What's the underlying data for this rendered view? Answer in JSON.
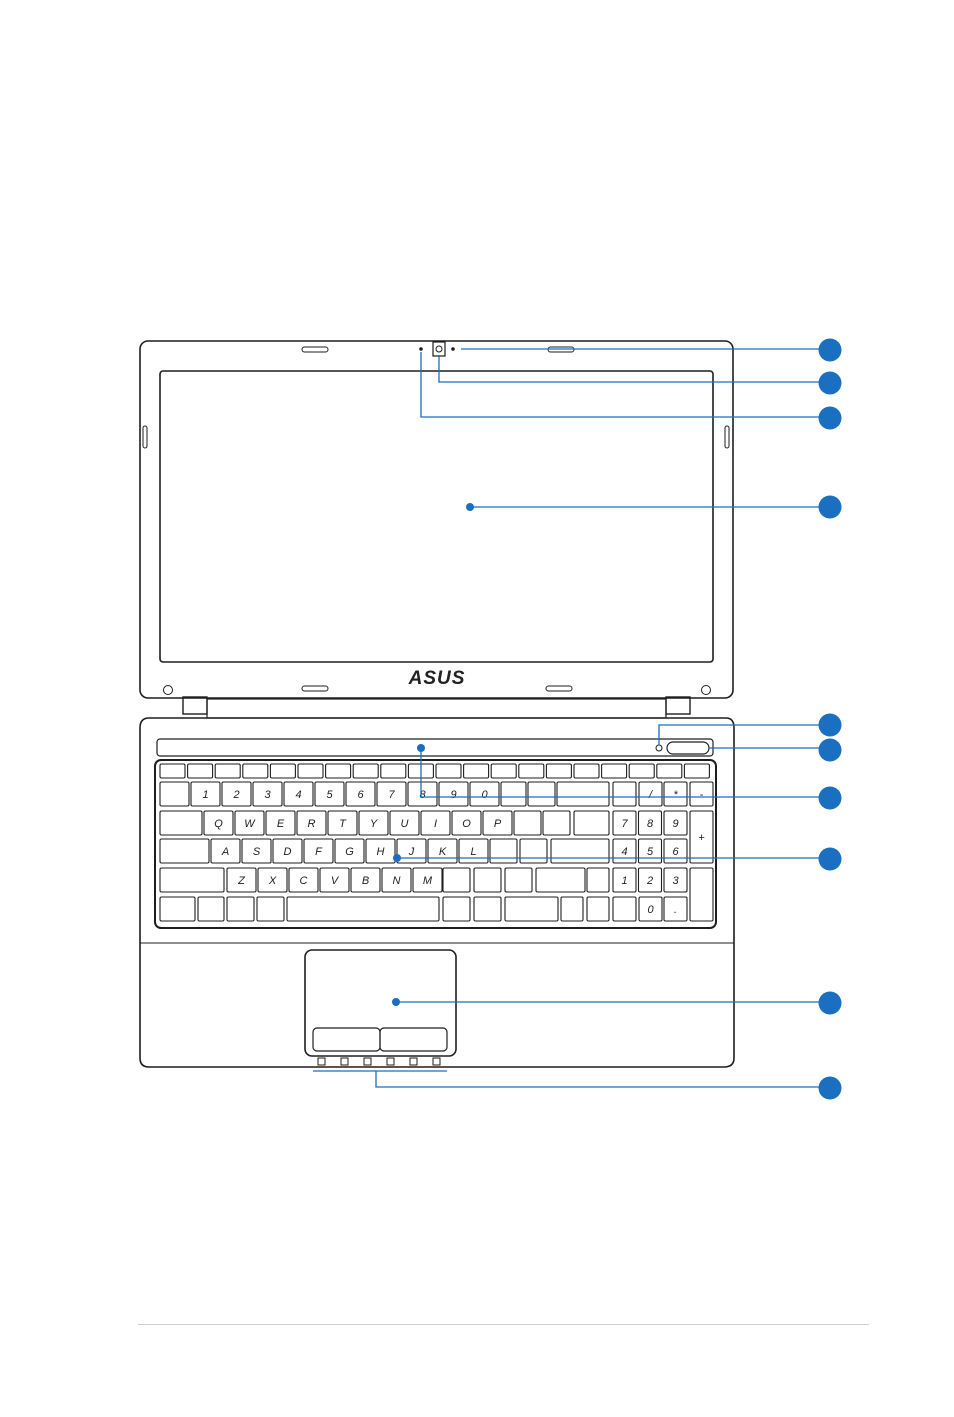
{
  "brand": {
    "logo_text": "ASUS"
  },
  "colors": {
    "callout": "#1a6fc0",
    "outline": "#1e1e1e",
    "footer_rule": "#cfcfcf"
  },
  "callouts": [
    {
      "target": "microphone"
    },
    {
      "target": "camera"
    },
    {
      "target": "camera-indicator"
    },
    {
      "target": "display-panel"
    },
    {
      "target": "power-button"
    },
    {
      "target": "power-indicator"
    },
    {
      "target": "numeric-keypad"
    },
    {
      "target": "keyboard"
    },
    {
      "target": "touchpad"
    },
    {
      "target": "status-indicators"
    }
  ],
  "keyboard": {
    "row2": [
      "Q",
      "W",
      "E",
      "R",
      "T",
      "Y",
      "U",
      "I",
      "O",
      "P"
    ],
    "row3": [
      "A",
      "S",
      "D",
      "F",
      "G",
      "H",
      "J",
      "K",
      "L"
    ],
    "row4": [
      "Z",
      "X",
      "C",
      "V",
      "B",
      "N",
      "M"
    ],
    "numbers": [
      "1",
      "2",
      "3",
      "4",
      "5",
      "6",
      "7",
      "8",
      "9",
      "0"
    ],
    "numpad": [
      "7",
      "8",
      "9",
      "4",
      "5",
      "6",
      "1",
      "2",
      "3",
      "0"
    ],
    "numpad_ops": [
      "/",
      "*",
      "-",
      "+",
      "."
    ]
  }
}
